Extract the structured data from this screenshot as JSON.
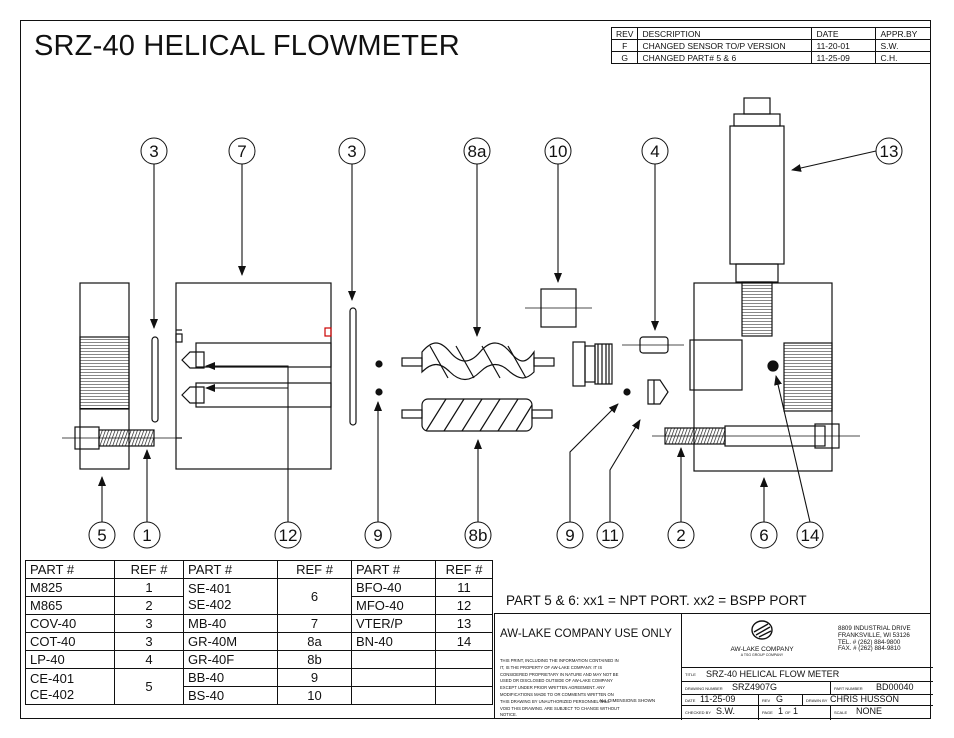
{
  "title": "SRZ-40 HELICAL FLOWMETER",
  "revisions": {
    "headers": [
      "REV",
      "DESCRIPTION",
      "DATE",
      "APPR.BY"
    ],
    "rows": [
      [
        "F",
        "CHANGED SENSOR TO/P VERSION",
        "11-20-01",
        "S.W."
      ],
      [
        "G",
        "CHANGED PART# 5 & 6",
        "11-25-09",
        "C.H."
      ]
    ]
  },
  "callouts": {
    "top": [
      "3",
      "7",
      "3",
      "8a",
      "10",
      "4",
      "13"
    ],
    "bottom": [
      "5",
      "1",
      "12",
      "9",
      "8b",
      "9",
      "11",
      "2",
      "6",
      "14"
    ]
  },
  "parts_table": {
    "header": [
      "PART #",
      "REF #",
      "PART #",
      "REF #",
      "PART #",
      "REF #"
    ],
    "col1": [
      {
        "part": "M825",
        "ref": "1"
      },
      {
        "part": "M865",
        "ref": "2"
      },
      {
        "part": "COV-40",
        "ref": "3"
      },
      {
        "part": "COT-40",
        "ref": "3"
      },
      {
        "part": "LP-40",
        "ref": "4"
      },
      {
        "part1": "CE-401",
        "part2": "CE-402",
        "ref": "5"
      }
    ],
    "col2": [
      {
        "part1": "SE-401",
        "part2": "SE-402",
        "ref": "6"
      },
      {
        "part": "MB-40",
        "ref": "7"
      },
      {
        "part": "GR-40M",
        "ref": "8a"
      },
      {
        "part": "GR-40F",
        "ref": "8b"
      },
      {
        "part": "BB-40",
        "ref": "9"
      },
      {
        "part": "BS-40",
        "ref": "10"
      }
    ],
    "col3": [
      {
        "part": "BFO-40",
        "ref": "11"
      },
      {
        "part": "MFO-40",
        "ref": "12"
      },
      {
        "part": "VTER/P",
        "ref": "13"
      },
      {
        "part": "BN-40",
        "ref": "14"
      }
    ]
  },
  "port_note": "PART 5 & 6: xx1 = NPT PORT.  xx2 = BSPP PORT",
  "title_block": {
    "use_only": "AW-LAKE COMPANY USE ONLY",
    "fine_print": "THIS PRINT, INCLUDING THE INFORMATION CONTAINED IN IT, IS THE PROPERTY OF AW-LAKE COMPANY. IT IS CONSIDERED PROPRIETARY IN NATURE AND MAY NOT BE USED OR DISCLOSED OUTSIDE OF AW-LAKE COMPANY EXCEPT UNDER PRIOR WRITTEN AGREEMENT. ANY MODIFICATIONS MADE TO OR COMMENTS WRITTEN ON THIS DRAWING BY UNAUTHORIZED PERSONNEL WILL VOID THIS DRAWING. ARE SUBJECT TO CHANGE WITHOUT NOTICE.",
    "all_dims": "ALL DIMENSIONS SHOWN",
    "company": "AW-LAKE COMPANY",
    "company_sub": "A TSG GROUP COMPANY",
    "address": [
      "8809 INDUSTRIAL DRIVE",
      "FRANKSVILLE, WI 53126",
      "TEL. # (262) 884-9800",
      "FAX. # (262) 884-9810"
    ],
    "title_label": "TITLE",
    "title_value": "SRZ-40 HELICAL FLOW METER",
    "drawing_number_label": "DRAWING NUMBER",
    "drawing_number": "SRZ4907G",
    "part_number_label": "PART NUMBER",
    "part_number": "BD00040",
    "date_label": "DATE",
    "date": "11-25-09",
    "rev_label": "REV",
    "rev": "G",
    "drawn_by_label": "DRAWN BY",
    "drawn_by": "CHRIS HUSSON",
    "checked_by_label": "CHECKED BY",
    "checked_by": "S.W.",
    "page_label": "PAGE",
    "page": "1",
    "of_label": "OF",
    "of": "1",
    "scale_label": "SCALE",
    "scale": "NONE"
  }
}
